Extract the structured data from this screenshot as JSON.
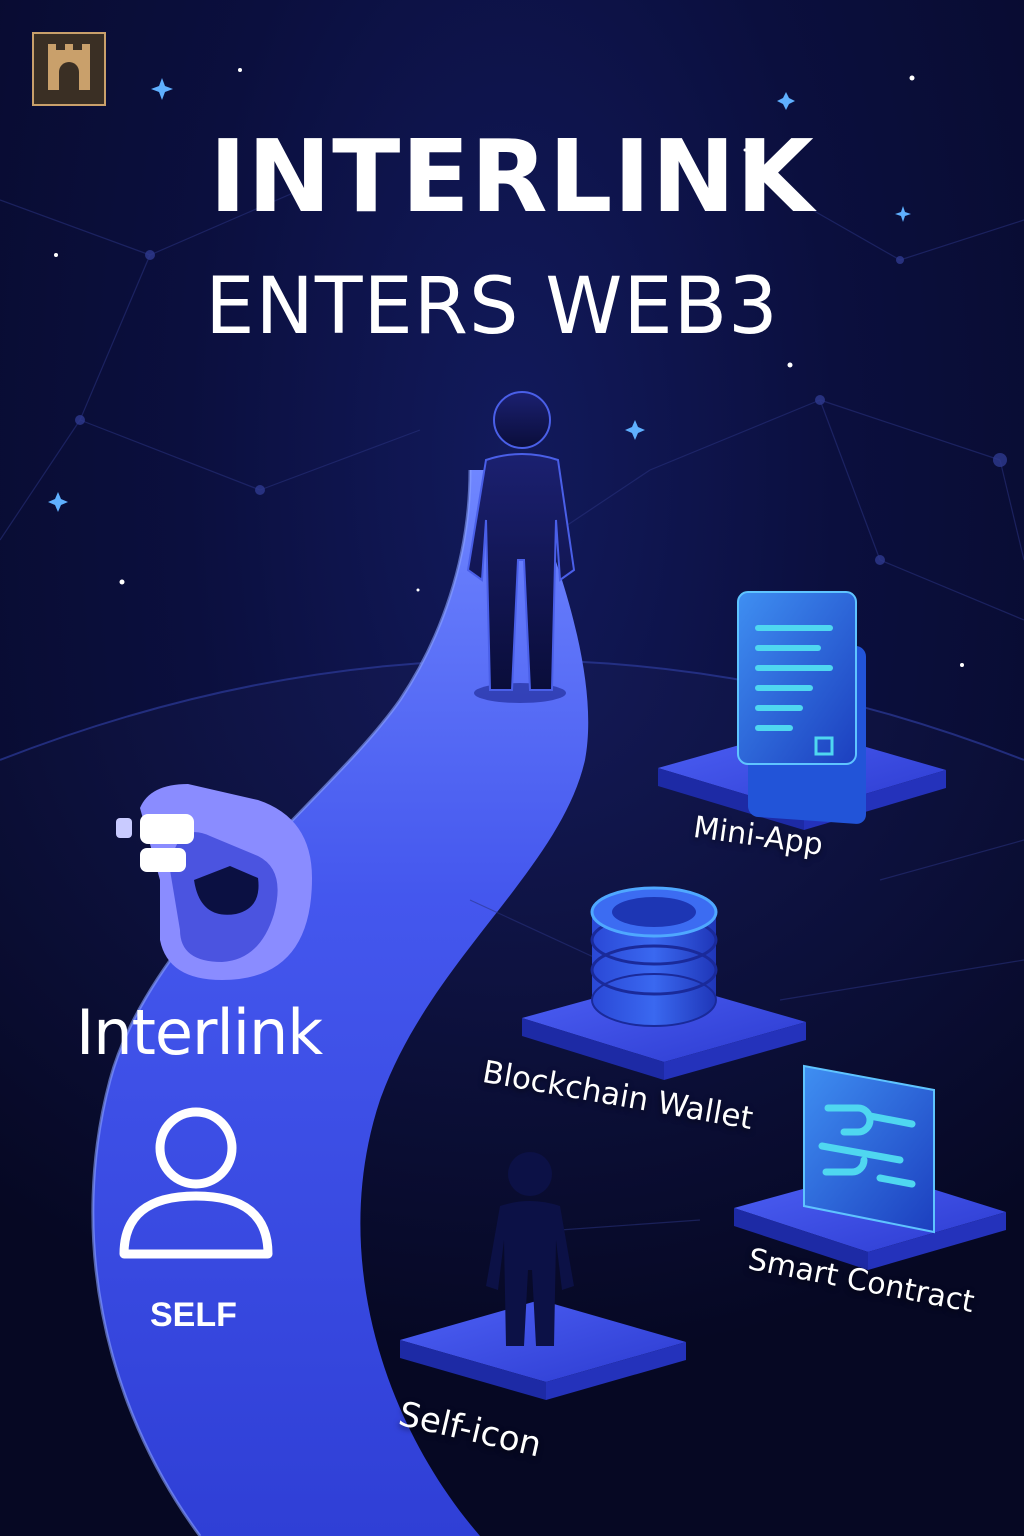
{
  "poster": {
    "title_line1": "INTERLINK",
    "title_line2": "ENTERS WEB3",
    "brand_name": "Interlink",
    "self_label": "SELF"
  },
  "items": {
    "mini_app": "Mini-App",
    "wallet": "Blockchain Wallet",
    "contract": "Smart Contract",
    "self_icon": "Self-icon"
  },
  "icons": [
    "castle-logo-icon",
    "interlink-logo-icon",
    "user-outline-icon",
    "document-icon",
    "coin-stack-icon",
    "smart-contract-chip-icon",
    "person-silhouette-icon"
  ],
  "colors": {
    "background": "#0b0f3e",
    "path": "#3f50e8",
    "accent": "#5a6cf5",
    "cyan": "#4fd7f0",
    "logo_gold": "#c9a06b"
  }
}
